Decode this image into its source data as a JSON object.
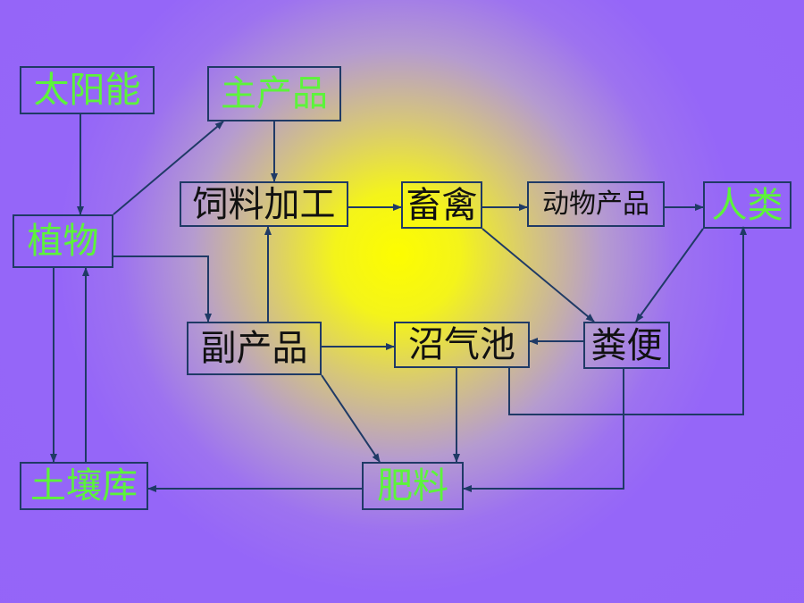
{
  "nodes": {
    "solar_energy": "太阳能",
    "main_product": "主产品",
    "plant": "植物",
    "feed_processing": "饲料加工",
    "livestock": "畜禽",
    "animal_product": "动物产品",
    "human": "人类",
    "by_product": "副产品",
    "biogas_pool": "沼气池",
    "manure": "粪便",
    "soil_bank": "土壤库",
    "fertilizer": "肥料"
  },
  "colors": {
    "green_text": "#5cf43a",
    "dark_text": "#111111",
    "line": "#1f3a66"
  }
}
